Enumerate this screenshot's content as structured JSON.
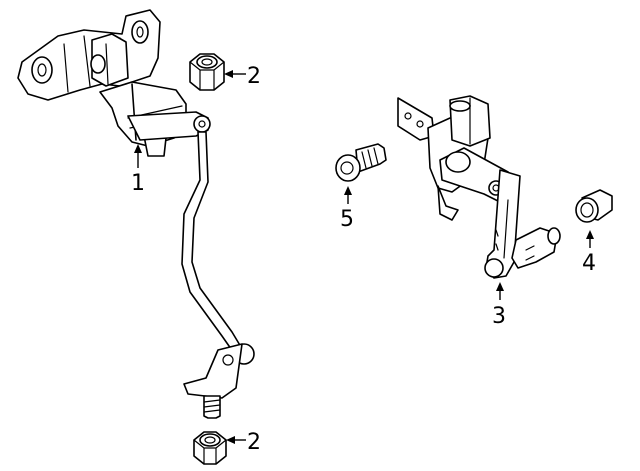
{
  "callouts": {
    "c1": "1",
    "c2_top": "2",
    "c2_bottom": "2",
    "c3": "3",
    "c4": "4",
    "c5": "5"
  },
  "colors": {
    "line": "#000000",
    "background": "#ffffff"
  }
}
